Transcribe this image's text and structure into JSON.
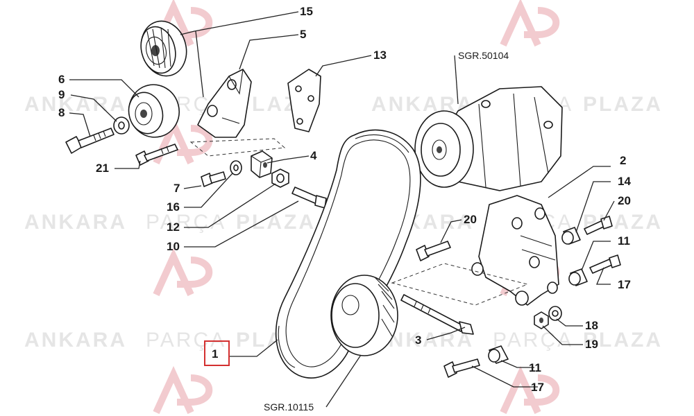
{
  "watermark": {
    "word1": "ANKARA",
    "word2": "PARÇA",
    "word3": "PLAZA",
    "logo_color": "#d94a5a",
    "text_color": "#c9c9c9"
  },
  "references": {
    "compressor": "SGR.50104",
    "pulley": "SGR.10115"
  },
  "callouts": {
    "n15": "15",
    "n5": "5",
    "n13": "13",
    "n6": "6",
    "n9": "9",
    "n8": "8",
    "n21": "21",
    "n4": "4",
    "n7": "7",
    "n16": "16",
    "n12": "12",
    "n10": "10",
    "n2": "2",
    "n14": "14",
    "n20a": "20",
    "n20b": "20",
    "n11a": "11",
    "n17a": "17",
    "n18": "18",
    "n19": "19",
    "n3": "3",
    "n1": "1",
    "n11b": "11",
    "n17b": "17"
  },
  "highlight": {
    "part": "1",
    "color": "#d32f2f"
  }
}
